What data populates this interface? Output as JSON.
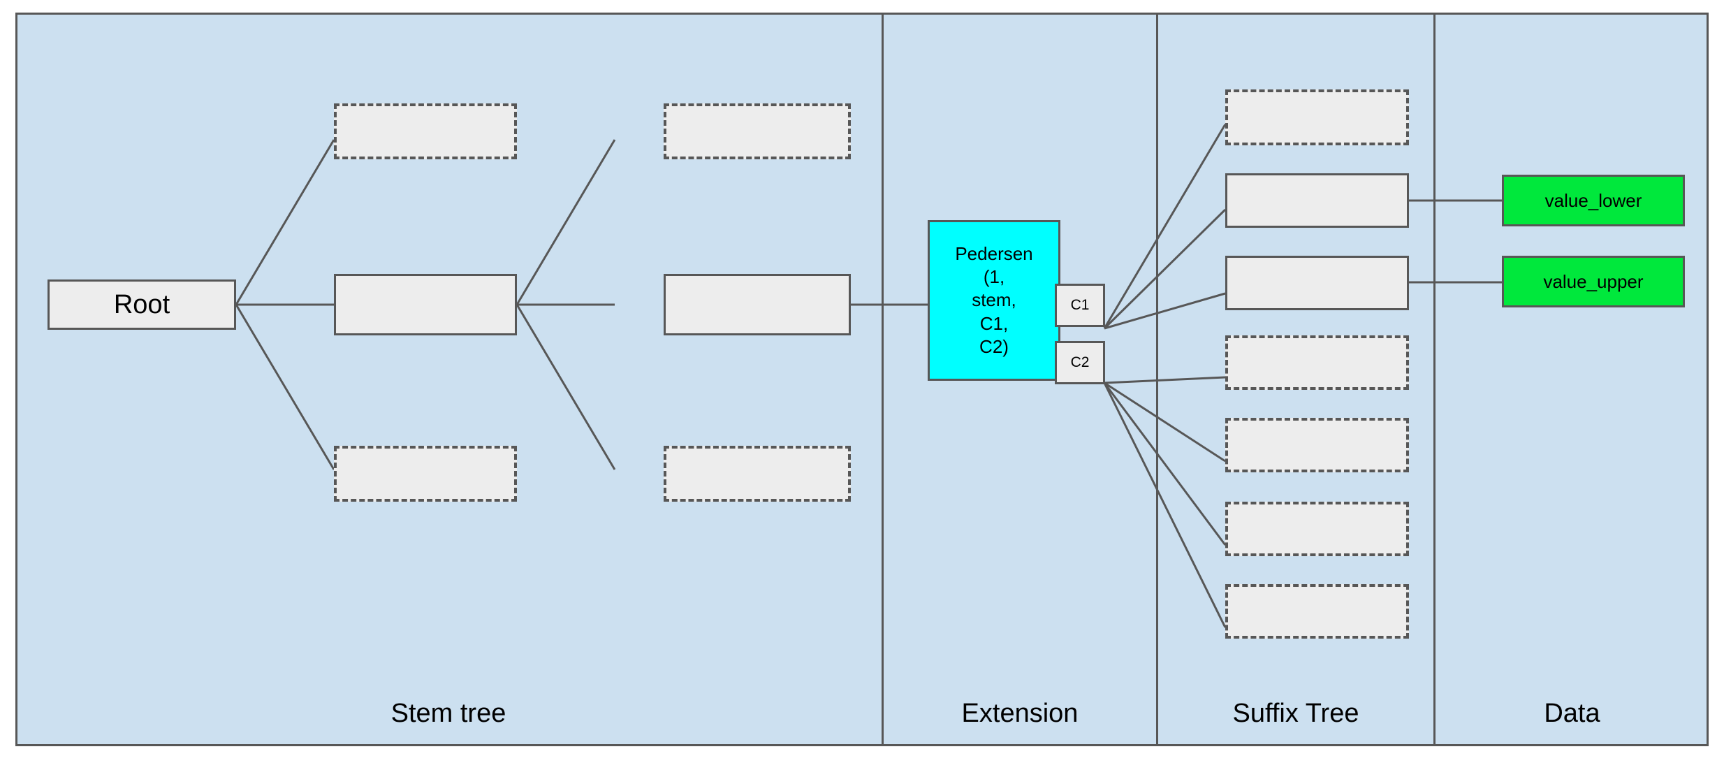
{
  "diagram": {
    "title": "Verkle/stem tree structure diagram",
    "background_color": "#cce0f0",
    "border_color": "#575757",
    "panels": [
      {
        "key": "stem_tree",
        "label": "Stem tree"
      },
      {
        "key": "extension",
        "label": "Extension"
      },
      {
        "key": "suffix_tree",
        "label": "Suffix Tree"
      },
      {
        "key": "data",
        "label": "Data"
      }
    ]
  },
  "nodes": {
    "root": {
      "label": "Root",
      "style": "solid",
      "fill": "#ededed"
    },
    "stem_level1_top": {
      "label": "",
      "style": "dashed",
      "fill": "#ededed"
    },
    "stem_level1_mid": {
      "label": "",
      "style": "solid",
      "fill": "#ededed"
    },
    "stem_level1_bottom": {
      "label": "",
      "style": "dashed",
      "fill": "#ededed"
    },
    "stem_level2_top": {
      "label": "",
      "style": "dashed",
      "fill": "#ededed"
    },
    "stem_level2_mid": {
      "label": "",
      "style": "solid",
      "fill": "#ededed"
    },
    "stem_level2_bottom": {
      "label": "",
      "style": "dashed",
      "fill": "#ededed"
    },
    "pedersen": {
      "label": "Pedersen\n(1,\nstem,\nC1,\nC2)",
      "style": "solid",
      "fill": "#00ffff"
    },
    "pedersen_lines": [
      "Pedersen",
      "(1,",
      "stem,",
      "C1,",
      "C2)"
    ],
    "commitment_c1": {
      "label": "C1",
      "style": "solid",
      "fill": "#ededed"
    },
    "commitment_c2": {
      "label": "C2",
      "style": "solid",
      "fill": "#ededed"
    },
    "suffix": [
      {
        "label": "",
        "style": "dashed"
      },
      {
        "label": "",
        "style": "solid"
      },
      {
        "label": "",
        "style": "solid"
      },
      {
        "label": "",
        "style": "dashed"
      },
      {
        "label": "",
        "style": "dashed"
      },
      {
        "label": "",
        "style": "dashed"
      },
      {
        "label": "",
        "style": "dashed"
      }
    ],
    "value_lower": {
      "label": "value_lower",
      "style": "solid",
      "fill": "#00e83c"
    },
    "value_upper": {
      "label": "value_upper",
      "style": "solid",
      "fill": "#00e83c"
    }
  },
  "colors": {
    "panel_background": "#cce0f0",
    "stroke": "#575757",
    "node_fill": "#ededed",
    "pedersen_fill": "#00ffff",
    "value_fill": "#00e83c",
    "text": "#000000"
  }
}
